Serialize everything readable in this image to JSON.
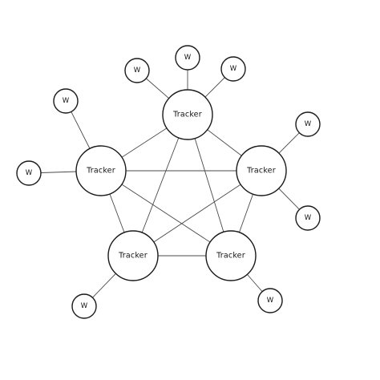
{
  "trackers": [
    {
      "id": "t1",
      "label": "Tracker"
    },
    {
      "id": "t2",
      "label": "Tracker"
    },
    {
      "id": "t3",
      "label": "Tracker"
    },
    {
      "id": "t4",
      "label": "Tracker"
    },
    {
      "id": "t5",
      "label": "Tracker"
    }
  ],
  "workers": [
    {
      "id": "w1",
      "label": "W",
      "tracker": "t1"
    },
    {
      "id": "w2",
      "label": "W",
      "tracker": "t1"
    },
    {
      "id": "w3",
      "label": "W",
      "tracker": "t1"
    },
    {
      "id": "w4",
      "label": "W",
      "tracker": "t2"
    },
    {
      "id": "w5",
      "label": "W",
      "tracker": "t2"
    },
    {
      "id": "w6",
      "label": "W",
      "tracker": "t3"
    },
    {
      "id": "w7",
      "label": "W",
      "tracker": "t3"
    },
    {
      "id": "w8",
      "label": "W",
      "tracker": "t4"
    },
    {
      "id": "w9",
      "label": "W",
      "tracker": "t5"
    }
  ],
  "tracker_links": [
    [
      "t1",
      "t2"
    ],
    [
      "t1",
      "t3"
    ],
    [
      "t1",
      "t4"
    ],
    [
      "t1",
      "t5"
    ],
    [
      "t2",
      "t3"
    ],
    [
      "t2",
      "t4"
    ],
    [
      "t2",
      "t5"
    ],
    [
      "t3",
      "t4"
    ],
    [
      "t3",
      "t5"
    ],
    [
      "t4",
      "t5"
    ]
  ]
}
